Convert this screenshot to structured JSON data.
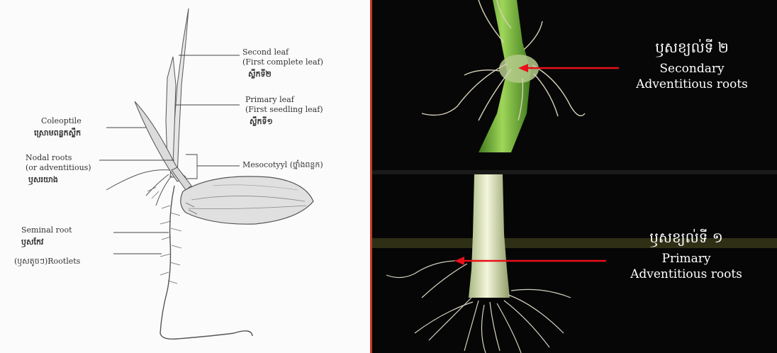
{
  "left": {
    "second_leaf": {
      "line1": "Second leaf",
      "line2": "(First complete leaf)",
      "km": "ស្លឹកទី២"
    },
    "primary_leaf": {
      "line1": "Primary leaf",
      "line2": "(First seedling leaf)",
      "km": "ស្លឹកទី១"
    },
    "coleoptile": {
      "line1": "Coleoptile",
      "km": "ស្រោមពន្លកស្លឹក"
    },
    "nodal_roots": {
      "line1": "Nodal roots",
      "line2": "(or adventitious)",
      "km": "ឫសរយាង"
    },
    "mesocotyl": {
      "text": "Mesocotyyl (ថ្នាំងពន្លក)"
    },
    "seminal_root": {
      "line1": "Seminal root",
      "km": "ឫសកែវ"
    },
    "rootlets": {
      "text": "(ឫសតូចៗ)Rootlets"
    }
  },
  "right": {
    "secondary": {
      "km": "ឫសខ្យល់ទី ២",
      "line1": "Secondary",
      "line2": "Adventitious roots"
    },
    "primary": {
      "km": "ឫសខ្យល់ទី ១",
      "line1": "Primary",
      "line2": "Adventitious roots"
    }
  },
  "colors": {
    "arrow": "#e8101a",
    "stem_green": "#7ab83a",
    "divider": "#c0392b"
  }
}
